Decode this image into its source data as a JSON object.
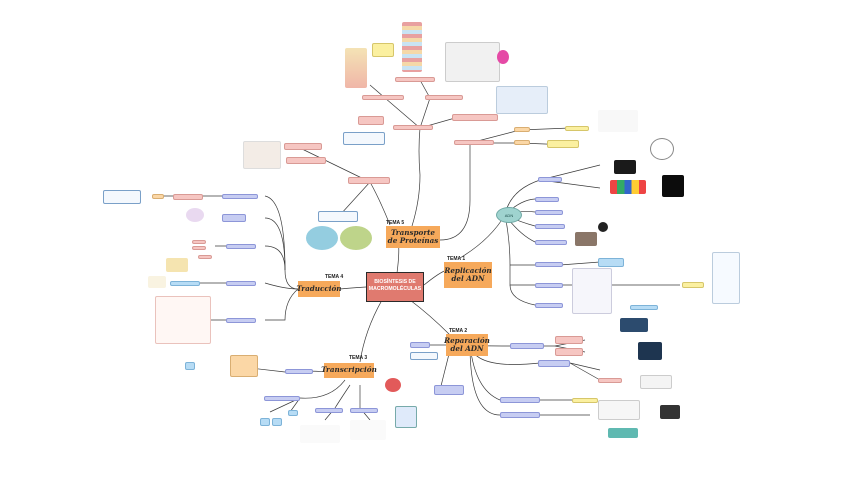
{
  "center": {
    "label": "BIOSÍNTESIS DE MACROMOLÉCULAS"
  },
  "topics": [
    {
      "id": "tema1",
      "tag": "TEMA 1",
      "title": "Replicación del ADN"
    },
    {
      "id": "tema2",
      "tag": "TEMA 2",
      "title": "Reparación del ADN"
    },
    {
      "id": "tema3",
      "tag": "TEMA 3",
      "title": "Transcripción"
    },
    {
      "id": "tema4",
      "tag": "TEMA 4",
      "title": "Traducción"
    },
    {
      "id": "tema5",
      "tag": "TEMA 5",
      "title": "Transporte de Proteínas"
    }
  ],
  "adn_bubble": "ADN",
  "colors": {
    "center": "#e07a6f",
    "topic": "#f6a95b",
    "branch_line": "#3a3a3a",
    "lavender": "#c7cdf2",
    "pink": "#f6c6c2",
    "peach": "#fbd7a6",
    "teal": "#9fd3cf"
  }
}
